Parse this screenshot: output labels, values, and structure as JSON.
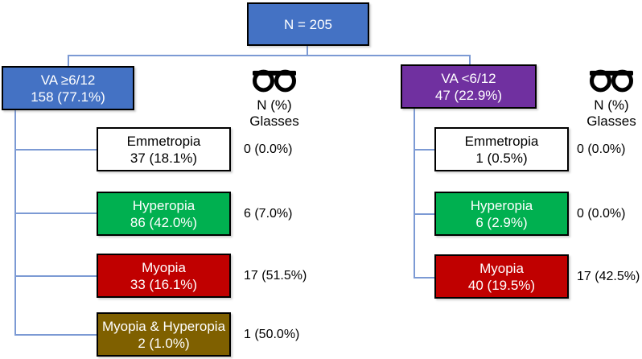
{
  "figure": {
    "root_label": "N = 205",
    "glasses_header": {
      "line1": "N (%)",
      "line2": "Glasses"
    }
  },
  "colors": {
    "blue": "#4472C4",
    "purple": "#7030A0",
    "green": "#00B050",
    "red": "#C00000",
    "olive": "#7F6000",
    "connector": "#7C9AD4",
    "border": "#000000"
  },
  "branches": [
    {
      "label_line1": "VA ≥6/12",
      "label_line2": "158 (77.1%)",
      "children": [
        {
          "name": "Emmetropia",
          "count": "37 (18.1%)",
          "glasses": "0 (0.0%)"
        },
        {
          "name": "Hyperopia",
          "count": "86 (42.0%)",
          "glasses": "6 (7.0%)"
        },
        {
          "name": "Myopia",
          "count": "33 (16.1%)",
          "glasses": "17 (51.5%)"
        },
        {
          "name": "Myopia & Hyperopia",
          "count": "2 (1.0%)",
          "glasses": "1 (50.0%)"
        }
      ]
    },
    {
      "label_line1": "VA <6/12",
      "label_line2": "47 (22.9%)",
      "children": [
        {
          "name": "Emmetropia",
          "count": "1 (0.5%)",
          "glasses": "0 (0.0%)"
        },
        {
          "name": "Hyperopia",
          "count": "6 (2.9%)",
          "glasses": "0 (0.0%)"
        },
        {
          "name": "Myopia",
          "count": "40 (19.5%)",
          "glasses": "17 (42.5%)"
        }
      ]
    }
  ]
}
